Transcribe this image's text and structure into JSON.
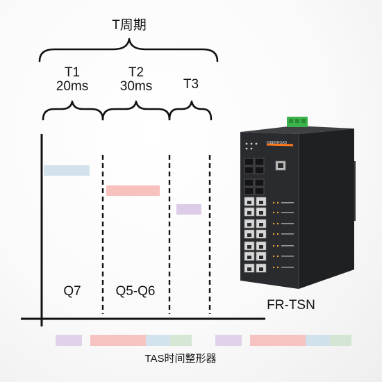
{
  "period": {
    "label": "T周期"
  },
  "slots": [
    {
      "name": "T1",
      "duration": "20ms"
    },
    {
      "name": "T2",
      "duration": "30ms"
    },
    {
      "name": "T3",
      "duration": ""
    }
  ],
  "queues": [
    "Q7",
    "Q5-Q6"
  ],
  "device": {
    "name": "FR-TSN",
    "brand": "FIBERROAD",
    "body_color": "#2a2b2e",
    "accent_color": "#ff7a1a",
    "connector_color": "#3cb34a"
  },
  "gate_colors": {
    "q7": "#c5dbe8",
    "q5q6": "#f6b1ad",
    "q3": "#d8c6e4"
  },
  "timeline_colors": [
    "#d8c6e4",
    "#f6b1ad",
    "#c5dbe8",
    "#c9e2c8"
  ],
  "footer": {
    "label": "TAS时间整形器"
  }
}
